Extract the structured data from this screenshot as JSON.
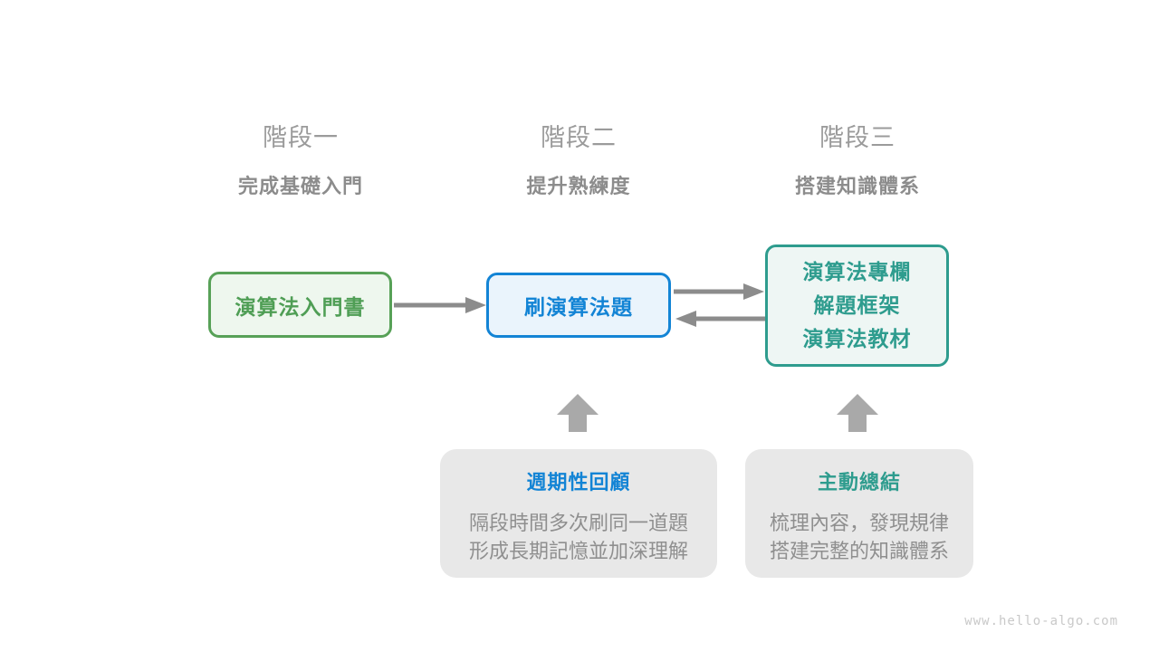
{
  "diagram": {
    "watermark": "www.hello-algo.com",
    "background_color": "#ffffff"
  },
  "stages": [
    {
      "title": "階段一",
      "subtitle": "完成基礎入門"
    },
    {
      "title": "階段二",
      "subtitle": "提升熟練度"
    },
    {
      "title": "階段三",
      "subtitle": "搭建知識體系"
    }
  ],
  "nodes": {
    "intro_book": {
      "label": "演算法入門書",
      "border_color": "#57a157",
      "fill_color": "#eef7ee",
      "text_color": "#4f9e55"
    },
    "practice_problems": {
      "label": "刷演算法題",
      "border_color": "#1384d5",
      "fill_color": "#eaf4fc",
      "text_color": "#1384d5"
    },
    "advanced_resources": {
      "lines": [
        "演算法專欄",
        "解題框架",
        "演算法教材"
      ],
      "border_color": "#2e9c8e",
      "fill_color": "#eef6f4",
      "text_color": "#2e9c8e"
    }
  },
  "notes": {
    "periodic_review": {
      "title": "週期性回顧",
      "title_color": "#1384d5",
      "lines": [
        "隔段時間多次刷同一道題",
        "形成長期記憶並加深理解"
      ]
    },
    "active_summary": {
      "title": "主動總結",
      "title_color": "#2e9c8e",
      "lines": [
        "梳理內容，發現規律",
        "搭建完整的知識體系"
      ]
    }
  },
  "arrows": {
    "connector_color": "#8c8c8c",
    "up_arrow_color": "#a9a9a9"
  }
}
